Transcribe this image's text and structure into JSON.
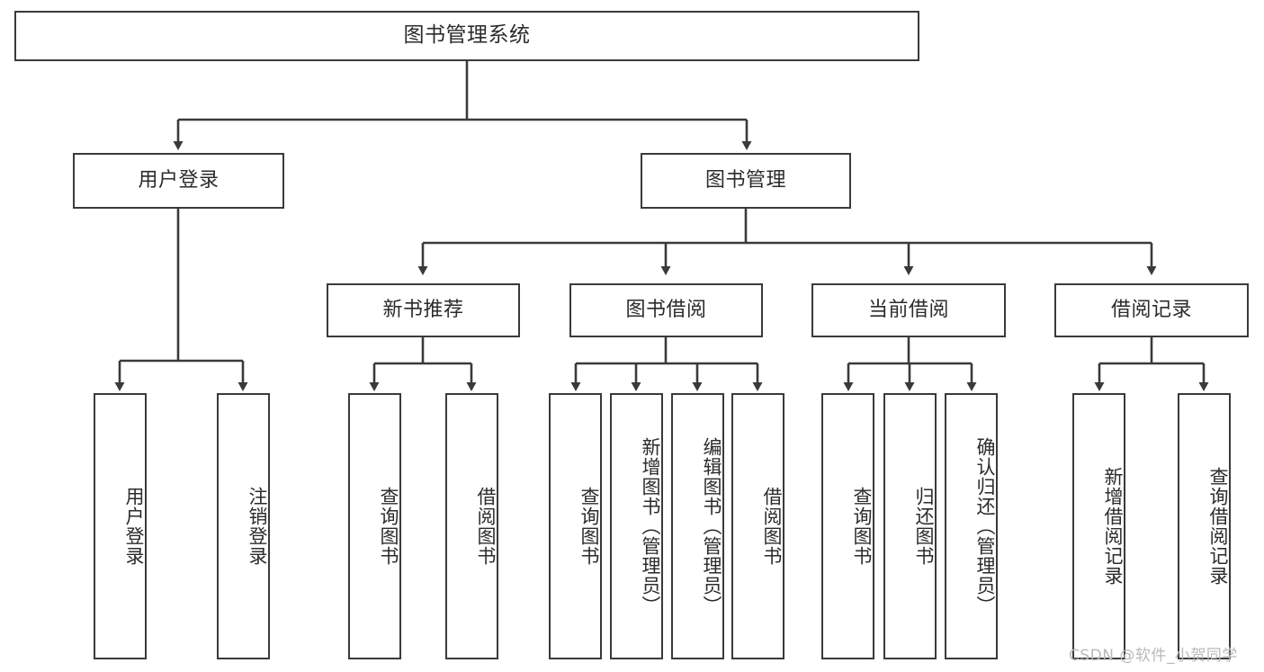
{
  "diagram": {
    "title": "图书管理系统",
    "type": "tree-hierarchy-chart",
    "stroke_color": "#3a3a3a",
    "fill_color": "#ffffff",
    "text_color": "#2b2b2b",
    "background": "#ffffff"
  },
  "root": {
    "label": "图书管理系统"
  },
  "level2": [
    {
      "label": "用户登录"
    },
    {
      "label": "图书管理"
    }
  ],
  "level3": [
    {
      "label": "新书推荐"
    },
    {
      "label": "图书借阅"
    },
    {
      "label": "当前借阅"
    },
    {
      "label": "借阅记录"
    }
  ],
  "leaves": {
    "user_login": [
      {
        "label": "用户登录"
      },
      {
        "label": "注销登录"
      }
    ],
    "new_book_recommend": [
      {
        "label": "查询图书"
      },
      {
        "label": "借阅图书"
      }
    ],
    "book_borrow": [
      {
        "label": "查询图书"
      },
      {
        "label": "新增图书（管理员）"
      },
      {
        "label": "编辑图书（管理员）"
      },
      {
        "label": "借阅图书"
      }
    ],
    "current_borrow": [
      {
        "label": "查询图书"
      },
      {
        "label": "归还图书"
      },
      {
        "label": "确认归还（管理员）"
      }
    ],
    "borrow_record": [
      {
        "label": "新增借阅记录"
      },
      {
        "label": "查询借阅记录"
      }
    ]
  },
  "watermark": {
    "text": "CSDN @软件_小贺同学"
  }
}
